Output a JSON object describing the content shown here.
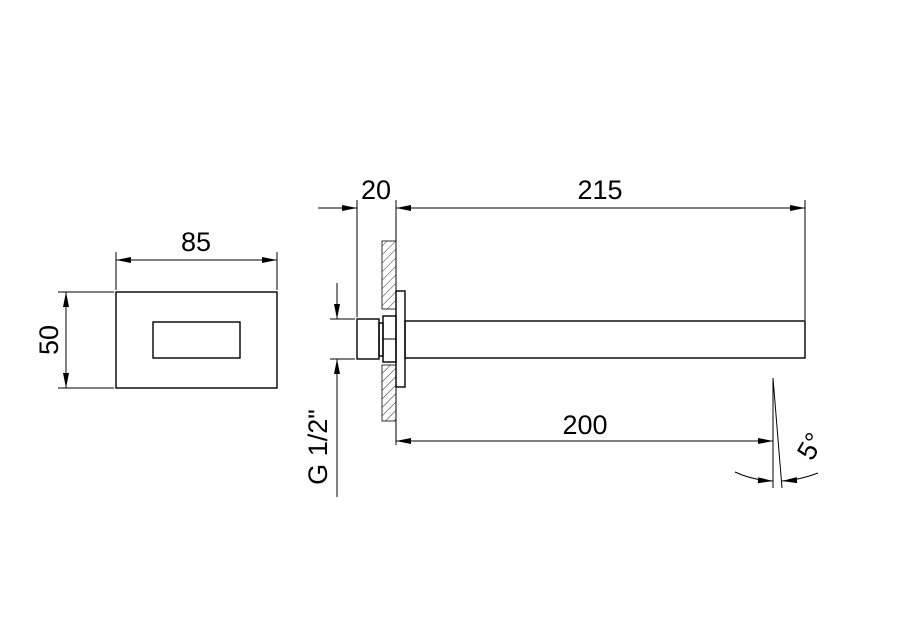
{
  "dimensions": {
    "plate_width": "85",
    "plate_height": "50",
    "wall_offset": "20",
    "total_length": "215",
    "spout_length": "200",
    "thread": "G 1/2\"",
    "angle": "5°"
  }
}
